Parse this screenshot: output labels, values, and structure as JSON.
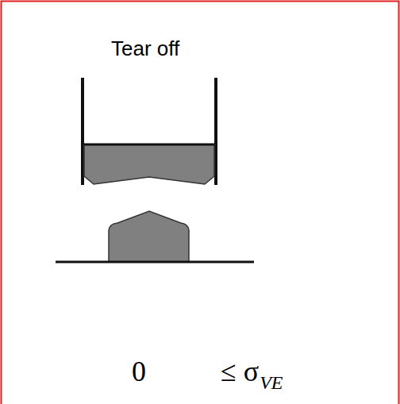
{
  "diagram": {
    "labels": [
      "Tear off",
      "0",
      "≤ σ",
      "VE"
    ]
  }
}
